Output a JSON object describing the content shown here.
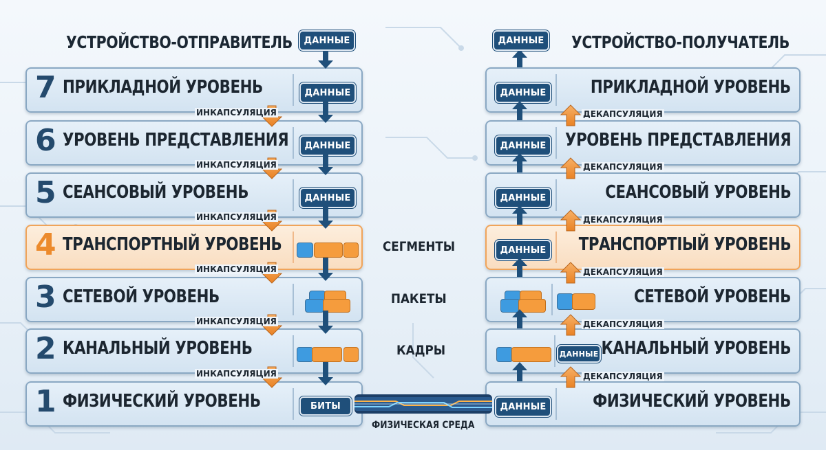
{
  "sender_title": "УСТРОЙСТВО-ОТПРАВИТЕЛЬ",
  "receiver_title": "УСТРОЙСТВО-ПОЛУЧАТЕЛЬ",
  "data_label": "ДАННЫЕ",
  "bits_label": "БИТЫ",
  "encapsulation_label": "ИНКАПСУЛЯЦИЯ",
  "decapsulation_label": "ДЕКАПСУЛЯЦИЯ",
  "medium_label": "ФИЗИЧЕСКАЯ СРЕДА",
  "sender_layers": [
    {
      "number": "7",
      "name": "ПРИКЛАДНОЙ УРОВЕНЬ"
    },
    {
      "number": "6",
      "name": "УРОВЕНЬ ПРЕДСТАВЛЕНИЯ"
    },
    {
      "number": "5",
      "name": "СЕАНСОВЫЙ УРОВЕНЬ"
    },
    {
      "number": "4",
      "name": "ТРАНСПОРТНЫЙ УРОВЕНЬ"
    },
    {
      "number": "3",
      "name": "СЕТЕВОЙ УРОВЕНЬ"
    },
    {
      "number": "2",
      "name": "КАНАЛЬНЫЙ УРОВЕНЬ"
    },
    {
      "number": "1",
      "name": "ФИЗИЧЕСКИЙ УРОВЕНЬ"
    }
  ],
  "receiver_layers": [
    {
      "name": "ПРИКЛАДНОЙ УРОВЕНЬ"
    },
    {
      "name": "УРОВЕНЬ ПРЕДСТАВЛЕНИЯ"
    },
    {
      "name": "СЕАНСОВЫЙ УРОВЕНЬ"
    },
    {
      "name": "ТРАНСПОРТIЫЙ УРОВЕНЬ"
    },
    {
      "name": "СЕТЕВОЙ УРОВЕНЬ"
    },
    {
      "name": "КАНАЛЬНЫЙ УРОВЕНЬ"
    },
    {
      "name": "ФИЗИЧЕСКИЙ УРОВЕНЬ"
    }
  ],
  "pdu_labels": {
    "segments": "СЕГМЕНТЫ",
    "packets": "ПАКЕТЫ",
    "frames": "КАДРЫ"
  },
  "colors": {
    "accent_orange": "#f59c3d",
    "accent_blue": "#3e9be0",
    "navy": "#1f4f7a"
  }
}
